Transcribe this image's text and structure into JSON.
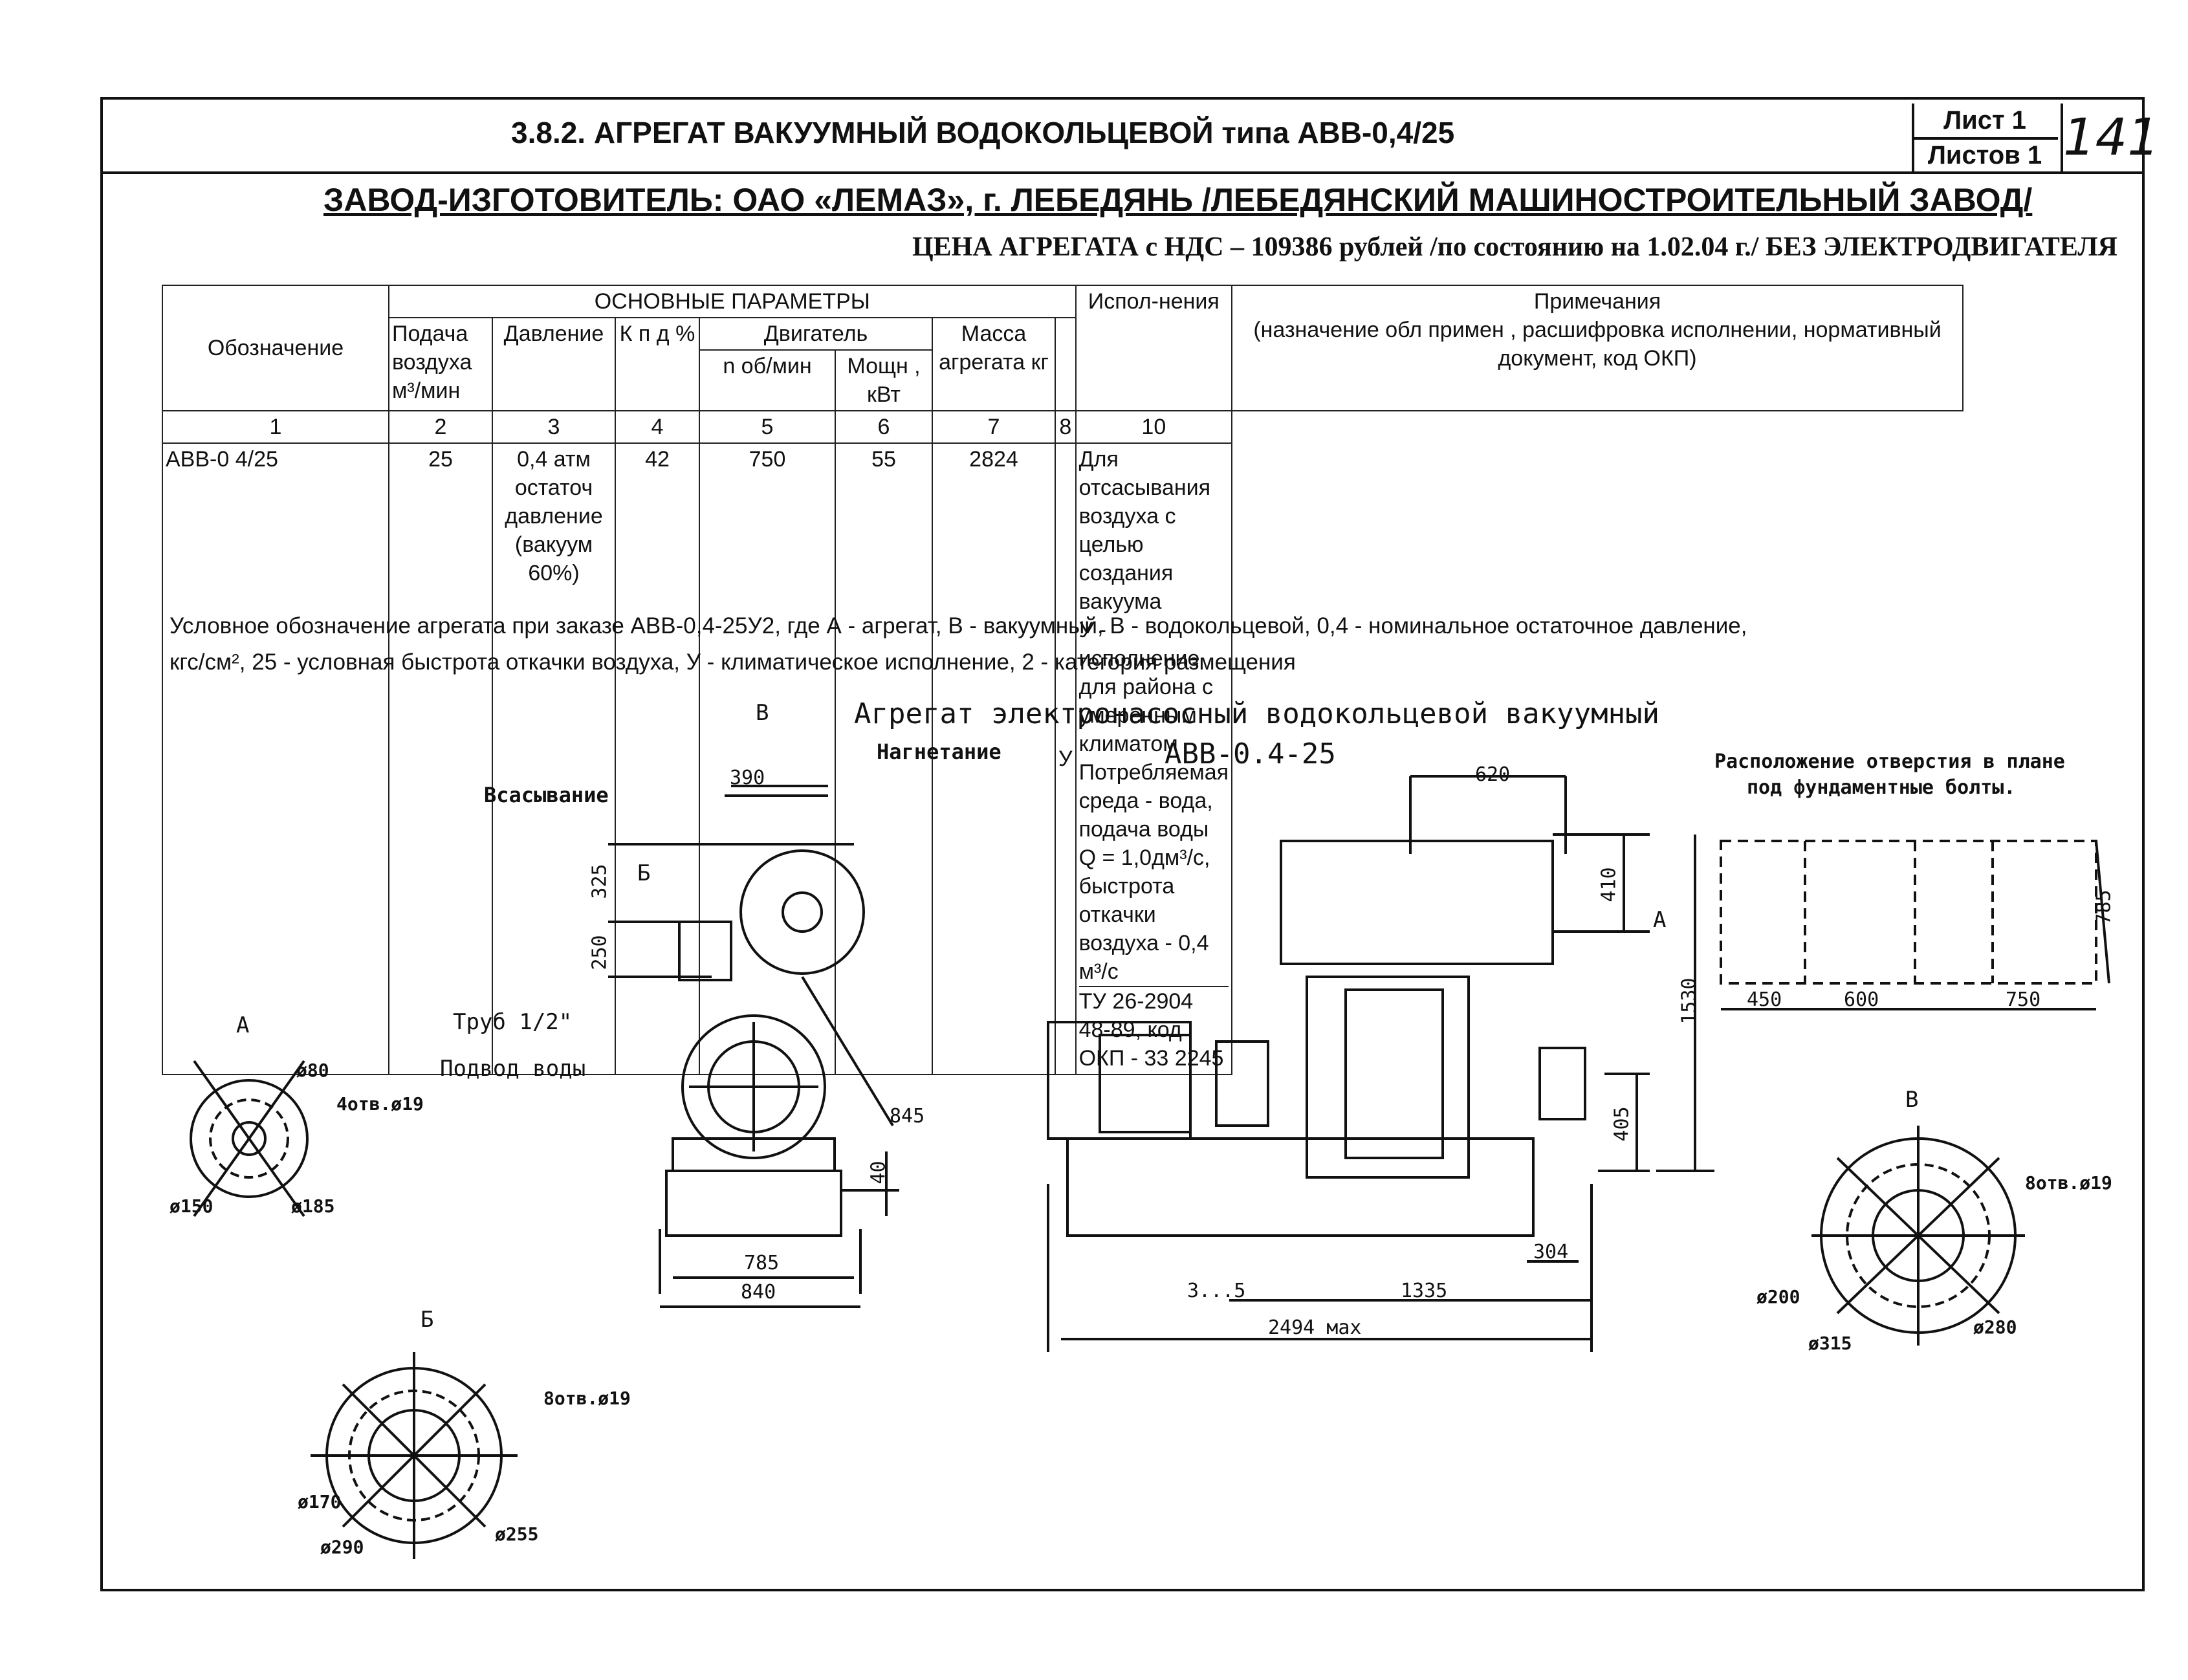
{
  "header": {
    "title": "3.8.2. АГРЕГАТ ВАКУУМНЫЙ ВОДОКОЛЬЦЕВОЙ типа АВВ-0,4/25",
    "sheet_label": "Лист 1",
    "sheets_label": "Листов 1",
    "page_number": "141"
  },
  "manufacturer": "ЗАВОД-ИЗГОТОВИТЕЛЬ: ОАО «ЛЕМАЗ», г. ЛЕБЕДЯНЬ /ЛЕБЕДЯНСКИЙ МАШИНОСТРОИТЕЛЬНЫЙ ЗАВОД/",
  "price": "ЦЕНА АГРЕГАТА с НДС – 109386 рублей /по состоянию на 1.02.04 г./ БЕЗ ЭЛЕКТРОДВИГАТЕЛЯ",
  "table": {
    "h_designation": "Обозначение",
    "h_main": "ОСНОВНЫЕ ПАРАМЕТРЫ",
    "h_supply": "Подача воздуха м³/мин",
    "h_pressure": "Давление",
    "h_eff": "К п д %",
    "h_motor": "Двигатель",
    "h_n": "n об/мин",
    "h_power": "Мощн , кВт",
    "h_mass": "Масса агрегата кг",
    "h_version": "Испол-нения",
    "h_notes": "Примечания",
    "h_notes_sub": "(назначение обл примен , расшифровка исполнении, нормативный документ, код ОКП)",
    "col_numbers": [
      "1",
      "2",
      "3",
      "4",
      "5",
      "6",
      "7",
      "8",
      "10"
    ],
    "row": {
      "designation": "АВВ-0 4/25",
      "supply": "25",
      "pressure": "0,4 атм остаточ давление (вакуум 60%)",
      "eff": "42",
      "n": "750",
      "power": "55",
      "mass": "2824",
      "version": "У",
      "notes": [
        "Для отсасывания воздуха с целью создания вакуума",
        "У - исполнение для района с умеренным климатом",
        "Потребляемая среда - вода, подача воды Q = 1,0дм³/с,",
        "быстрота откачки воздуха - 0,4 м³/с",
        "ТУ 26-2904 48-89,        код ОКП - 33 2245"
      ]
    }
  },
  "conditional": [
    "Условное обозначение агрегата при заказе  АВВ-0,4-25У2, где А - агрегат, В - вакуумный, В - водокольцевой, 0,4 - номинальное остаточное давление,",
    "кгс/см², 25 - условная быстрота откачки воздуха, У - климатическое исполнение, 2 - категория размещения"
  ],
  "drawing": {
    "title": "Агрегат электронасосный водокольцевой вакуумный",
    "model": "АВВ-0.4-25",
    "labels": {
      "intake": "Всасывание",
      "discharge": "Нагнетание",
      "pipe": "Труб 1/2\"",
      "water": "Подвод воды",
      "bolt_layout_1": "Расположение отверстия в плане",
      "bolt_layout_2": "под фундаментные болты.",
      "view_a": "А",
      "view_b": "Б",
      "view_v": "В",
      "arrow_v": "В",
      "arrow_b": "Б",
      "arrow_a": "А"
    },
    "dims": {
      "d390": "390",
      "d325": "325",
      "d250": "250",
      "d845": "845",
      "d40": "40",
      "d785": "785",
      "d840": "840",
      "d620": "620",
      "d410": "410",
      "d1530": "1530",
      "d405": "405",
      "d304": "304",
      "d35": "3...5",
      "d1335": "1335",
      "d2494": "2494 мах",
      "f785": "785",
      "f450": "450",
      "f600": "600",
      "f750": "750",
      "a80": "ø80",
      "a4holes": "4отв.ø19",
      "a150": "ø150",
      "a185": "ø185",
      "v8holes": "8отв.ø19",
      "v200": "ø200",
      "v315": "ø315",
      "v280": "ø280",
      "b8holes": "8отв.ø19",
      "b170": "ø170",
      "b290": "ø290",
      "b255": "ø255"
    }
  }
}
